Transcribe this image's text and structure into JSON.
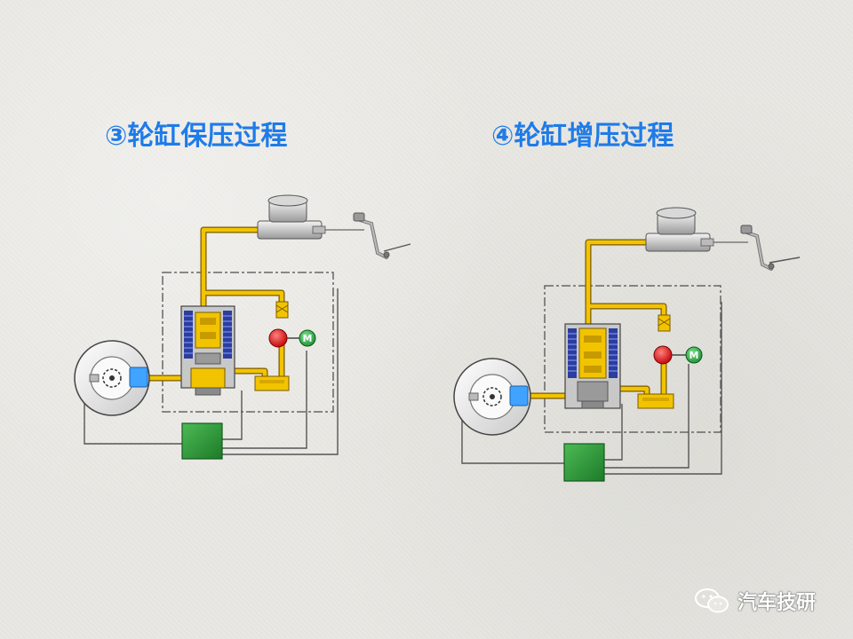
{
  "titles": {
    "left": "③轮缸保压过程",
    "right": "④轮缸增压过程"
  },
  "watermark": {
    "text": "汽车技研",
    "icon": "wechat-icon"
  },
  "colors": {
    "title": "#1f7be8",
    "fluid_pipe": "#e7b400",
    "pipe_outline": "#8a6b00",
    "control_unit": "#2f9a3a",
    "pump": "#e02020",
    "motor": "#2aa34a",
    "solenoid_coil": "#2b3d9e",
    "wire": "#555555"
  }
}
